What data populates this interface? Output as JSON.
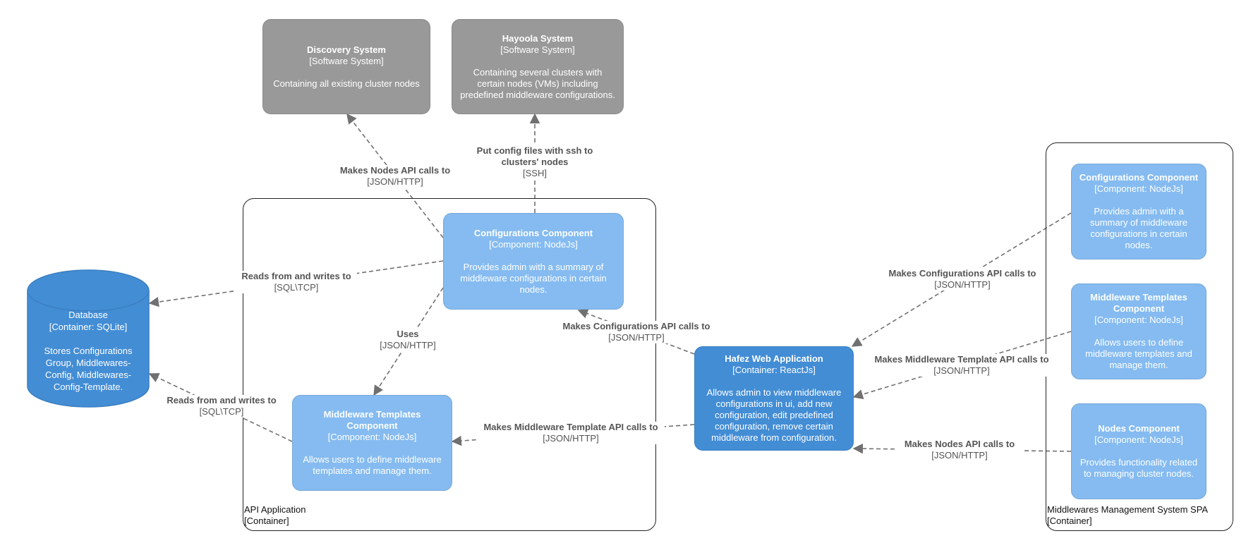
{
  "nodes": {
    "discovery": {
      "title": "Discovery System",
      "kind": "[Software System]",
      "desc": "Containing all existing cluster nodes"
    },
    "hayoola": {
      "title": "Hayoola System",
      "kind": "[Software System]",
      "desc": "Containing several clusters with certain nodes (VMs) including predefined middleware configurations."
    },
    "database": {
      "title": "Database",
      "kind": "[Container: SQLite]",
      "desc": "Stores Configurations Group, Middlewares-Config, Middlewares-Config-Template."
    },
    "api_config": {
      "title": "Configurations Component",
      "kind": "[Component: NodeJs]",
      "desc": "Provides admin with a summary of middleware configurations in certain nodes."
    },
    "api_templates": {
      "title": "Middleware Templates Component",
      "kind": "[Component: NodeJs]",
      "desc": "Allows users to define middleware templates and manage them."
    },
    "webapp": {
      "title": "Hafez Web Application",
      "kind": "[Container: ReactJs]",
      "desc": "Allows admin to view middleware configurations in ui, add new configuration, edit predefined configuration, remove certain middleware from configuration."
    },
    "spa_config": {
      "title": "Configurations Component",
      "kind": "[Component: NodeJs]",
      "desc": "Provides admin with a summary of middleware configurations in certain nodes."
    },
    "spa_templates": {
      "title": "Middleware Templates Component",
      "kind": "[Component: NodeJs]",
      "desc": "Allows users to define middleware templates and manage them."
    },
    "spa_nodes": {
      "title": "Nodes Component",
      "kind": "[Component: NodeJs]",
      "desc": "Provides functionality related to managing cluster nodes."
    }
  },
  "boundaries": {
    "api": {
      "name": "API Application",
      "kind": "[Container]"
    },
    "spa": {
      "name": "Middlewares Management System SPA",
      "kind": "[Container]"
    }
  },
  "edges": {
    "cfg_discovery": {
      "label": "Makes Nodes API calls to",
      "tech": "[JSON/HTTP]"
    },
    "cfg_hayoola": {
      "label": "Put config files with ssh to clusters' nodes",
      "tech": "[SSH]"
    },
    "cfg_db": {
      "label": "Reads from and writes to",
      "tech": "[SQL\\TCP]"
    },
    "cfg_tpl": {
      "label": "Uses",
      "tech": "[JSON/HTTP]"
    },
    "tpl_db": {
      "label": "Reads from and writes to",
      "tech": "[SQL\\TCP]"
    },
    "web_cfg": {
      "label": "Makes Configurations API calls to",
      "tech": "[JSON/HTTP]"
    },
    "web_tpl": {
      "label": "Makes Middleware Template API calls to",
      "tech": "[JSON/HTTP]"
    },
    "spacfg_web": {
      "label": "Makes Configurations API calls to",
      "tech": "[JSON/HTTP]"
    },
    "spatpl_web": {
      "label": "Makes Middleware Template API calls to",
      "tech": "[JSON/HTTP]"
    },
    "spanodes_web": {
      "label": "Makes Nodes API calls to",
      "tech": "[JSON/HTTP]"
    }
  },
  "colors": {
    "external_system": "#999999",
    "component": "#85bbf0",
    "container": "#438dd5",
    "edge": "#707070"
  }
}
